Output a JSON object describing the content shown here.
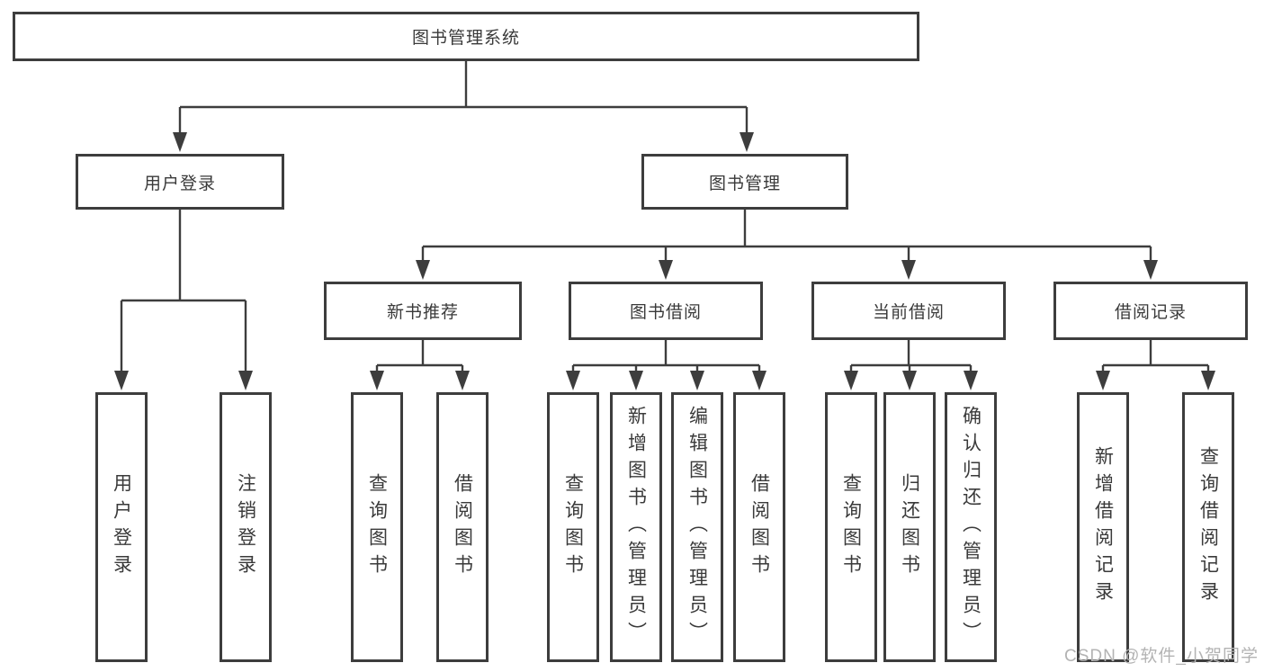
{
  "diagram": {
    "root": "图书管理系统",
    "user_branch": {
      "label": "用户登录",
      "leaves": [
        "用户登录",
        "注销登录"
      ]
    },
    "mgmt_branch": {
      "label": "图书管理",
      "groups": [
        {
          "label": "新书推荐",
          "leaves": [
            "查询图书",
            "借阅图书"
          ]
        },
        {
          "label": "图书借阅",
          "leaves": [
            "查询图书",
            "新增图书（管理员）",
            "编辑图书（管理员）",
            "借阅图书"
          ]
        },
        {
          "label": "当前借阅",
          "leaves": [
            "查询图书",
            "归还图书",
            "确认归还（管理员）"
          ]
        },
        {
          "label": "借阅记录",
          "leaves": [
            "新增借阅记录",
            "查询借阅记录"
          ]
        }
      ]
    }
  },
  "watermark": {
    "text": "CSDN @软件_小贺同学"
  },
  "colors": {
    "line": "#3d3d3d",
    "text": "#3a3a3a",
    "watermark": "#b3b3b3",
    "background": "#ffffff"
  }
}
